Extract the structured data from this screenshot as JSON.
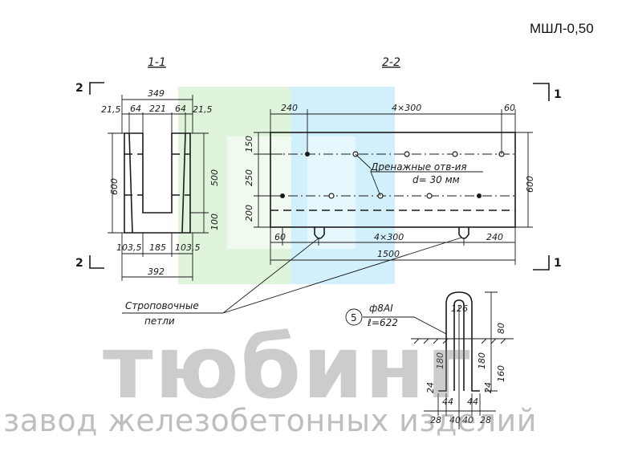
{
  "drawing_code": "МШЛ-0,50",
  "watermark": {
    "brand": "тюбинг",
    "tagline": "завод железобетонных изделий",
    "green": "#d6f0cf",
    "blue": "#c6ecfb"
  },
  "section_1_1": {
    "title": "1-1",
    "mark_top": "2",
    "mark_bottom": "2",
    "dims": {
      "overall_top": "349",
      "d21_5_left": "21,5",
      "d64_left": "64",
      "d221": "221",
      "d64_right": "64",
      "d21_5_right": "21,5",
      "height": "600",
      "d500": "500",
      "d100": "100",
      "d103_5_left": "103,5",
      "d185": "185",
      "d103_5_right": "103,5",
      "bottom": "392"
    }
  },
  "section_2_2": {
    "title": "2-2",
    "mark_top": "1",
    "mark_bottom": "1",
    "dims": {
      "d240_top": "240",
      "spacing_top": "4×300",
      "d60_top": "60",
      "d150": "150",
      "d250": "250",
      "d200": "200",
      "height": "600",
      "d60_bottom": "60",
      "spacing_bottom": "4×300",
      "d240_bottom": "240",
      "length": "1500"
    },
    "drain_label": "Дренажные отв-ия",
    "drain_diameter": "d= 30 мм"
  },
  "sling_label_1": "Строповочные",
  "sling_label_2": "петли",
  "loop": {
    "mark": "5",
    "bar": "ф8АI",
    "length": "ℓ=622",
    "dims": {
      "top": "126",
      "d80": "80",
      "d160": "160",
      "d180_left": "180",
      "d180_right": "180",
      "d24_left": "24",
      "d24_right": "24",
      "d44_left": "44",
      "d44_right": "44",
      "d28_left": "28",
      "d40_left": "40",
      "d40_right": "40",
      "d28_right": "28"
    }
  }
}
